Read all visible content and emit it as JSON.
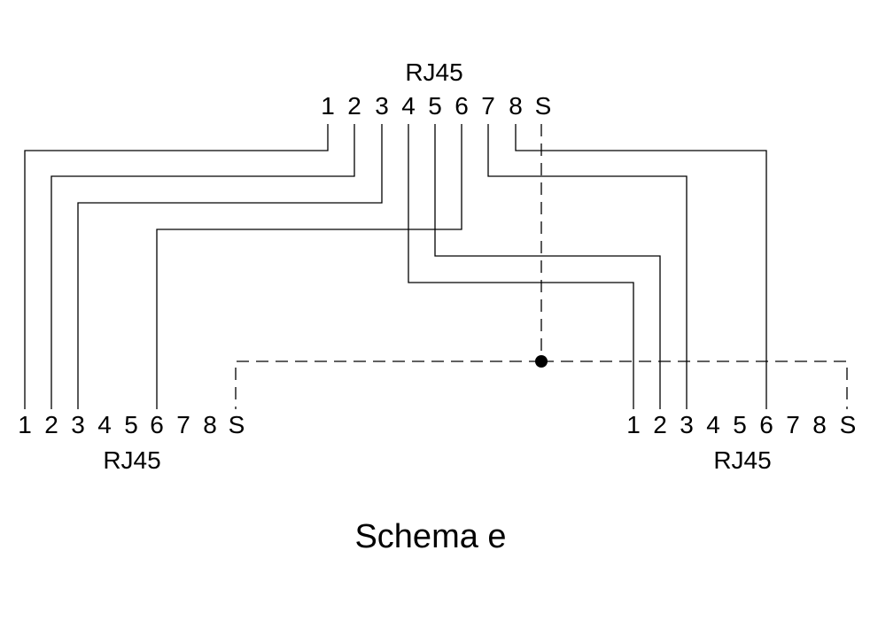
{
  "connectors": {
    "top": {
      "label": "RJ45",
      "pins": [
        "1",
        "2",
        "3",
        "4",
        "5",
        "6",
        "7",
        "8",
        "S"
      ]
    },
    "left": {
      "label": "RJ45",
      "pins": [
        "1",
        "2",
        "3",
        "4",
        "5",
        "6",
        "7",
        "8",
        "S"
      ]
    },
    "right": {
      "label": "RJ45",
      "pins": [
        "1",
        "2",
        "3",
        "4",
        "5",
        "6",
        "7",
        "8",
        "S"
      ]
    }
  },
  "wiring": [
    {
      "from": "1",
      "to_connector": "left",
      "to_pin": "1"
    },
    {
      "from": "2",
      "to_connector": "left",
      "to_pin": "2"
    },
    {
      "from": "3",
      "to_connector": "left",
      "to_pin": "3"
    },
    {
      "from": "6",
      "to_connector": "left",
      "to_pin": "6"
    },
    {
      "from": "4",
      "to_connector": "right",
      "to_pin": "1"
    },
    {
      "from": "5",
      "to_connector": "right",
      "to_pin": "2"
    },
    {
      "from": "7",
      "to_connector": "right",
      "to_pin": "3"
    },
    {
      "from": "8",
      "to_connector": "right",
      "to_pin": "6"
    }
  ],
  "shield": {
    "from": "S",
    "to": [
      "left:S",
      "right:S"
    ],
    "style": "dashed"
  },
  "title": "Schema e"
}
